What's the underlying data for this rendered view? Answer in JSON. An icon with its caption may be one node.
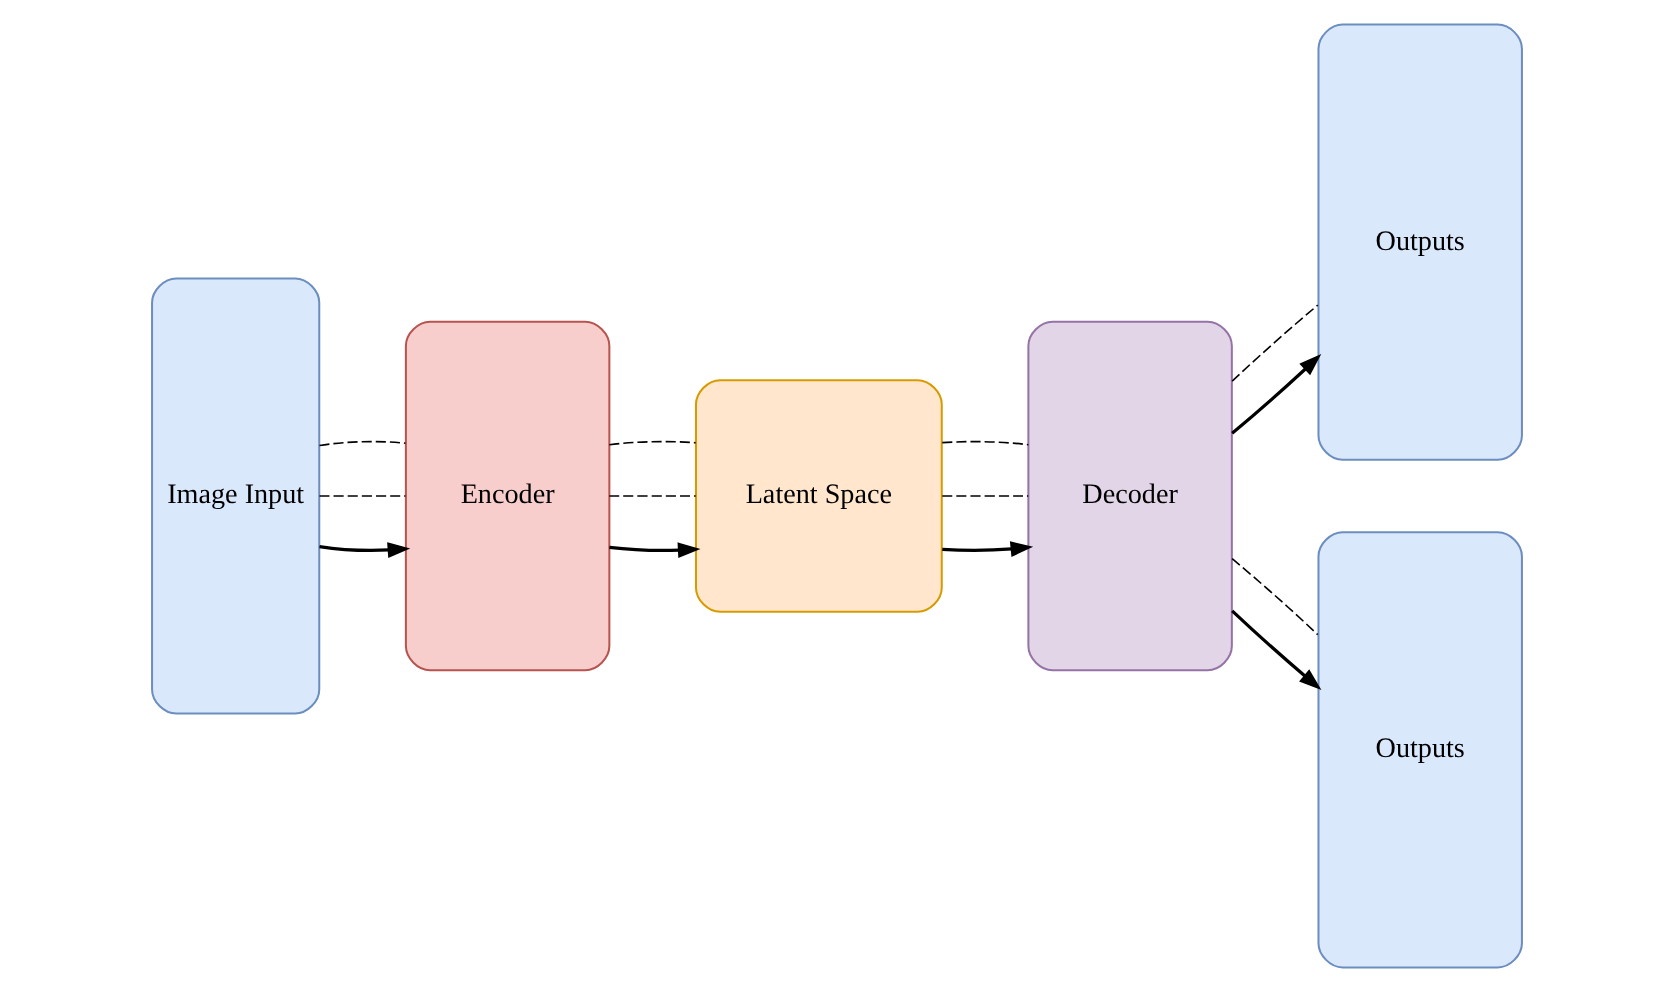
{
  "diagram": {
    "nodes": [
      {
        "text": [
          "Image Input"
        ]
      },
      {
        "text": [
          "Encoder"
        ]
      },
      {
        "text": [
          "Latent Space"
        ]
      },
      {
        "text": [
          "Decoder"
        ]
      },
      {
        "text": [
          "Outputs"
        ]
      },
      {
        "text": [
          "Outputs"
        ]
      }
    ],
    "edges": [
      {
        "from": 0,
        "to": 1,
        "arrow": "to"
      },
      {
        "from": 1,
        "to": 2,
        "arrow": "to"
      },
      {
        "from": 2,
        "to": 3,
        "arrow": "to"
      },
      {
        "from": 3,
        "to": 4,
        "arrow": "to"
      },
      {
        "from": 3,
        "to": 5,
        "arrow": "to"
      },
      {
        "from": 0,
        "to": 1,
        "arrow": "none",
        "style": "dashed"
      },
      {
        "from": 0,
        "to": 1,
        "arrow": "none",
        "style": "dashed"
      },
      {
        "from": 1,
        "to": 2,
        "arrow": "none",
        "style": "dashed"
      },
      {
        "from": 1,
        "to": 2,
        "arrow": "none",
        "style": "dashed"
      },
      {
        "from": 2,
        "to": 3,
        "arrow": "none",
        "style": "dashed"
      },
      {
        "from": 2,
        "to": 3,
        "arrow": "none",
        "style": "dashed"
      },
      {
        "from": 3,
        "to": 4,
        "arrow": "none",
        "style": "dashed"
      },
      {
        "from": 3,
        "to": 5,
        "arrow": "none",
        "style": "dashed"
      }
    ]
  }
}
